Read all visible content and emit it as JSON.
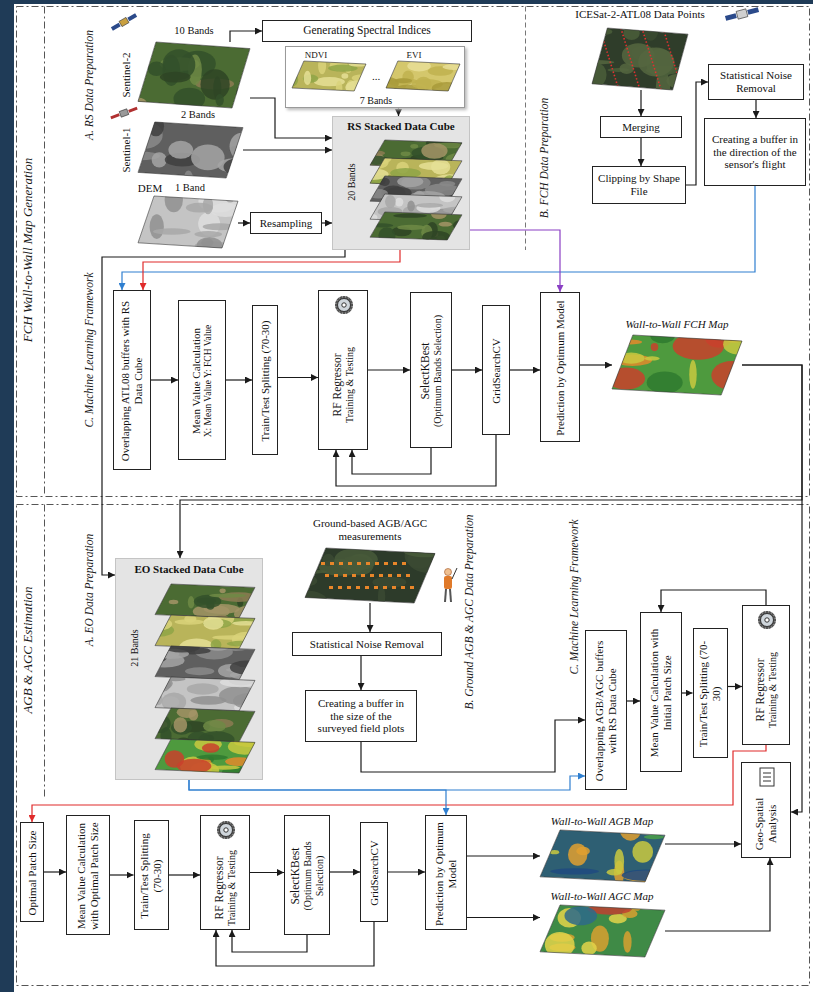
{
  "diagram": {
    "nodes": [
      {
        "text": [
          "Sentinel-2",
          "10 Bands"
        ]
      },
      {
        "text": [
          "Generating Spectral Indices"
        ]
      },
      {
        "text": [
          "NDVI",
          "...",
          "EVI",
          "7 Bands"
        ]
      },
      {
        "text": [
          "Sentinel-1",
          "2 Bands"
        ]
      },
      {
        "text": [
          "DEM",
          "1 Band"
        ]
      },
      {
        "text": [
          "Resampling"
        ]
      },
      {
        "text": [
          "RS Stacked Data Cube",
          "20 Bands"
        ]
      },
      {
        "text": [
          "ICESat-2-ATL08 Data Points"
        ]
      },
      {
        "text": [
          "Merging"
        ]
      },
      {
        "text": [
          "Clipping by Shape File"
        ]
      },
      {
        "text": [
          "Statistical Noise Removal"
        ]
      },
      {
        "text": [
          "Creating a buffer in the direction of the sensor's flight"
        ]
      },
      {
        "text": [
          "Overlapping ATL08 buffers with RS Data Cube"
        ]
      },
      {
        "text": [
          "Mean Value Calculation",
          "X: Mean Value Y: FCH Value"
        ]
      },
      {
        "text": [
          "Train/Test Splitting (70-30)"
        ]
      },
      {
        "text": [
          "RF Regressor",
          "Training & Testing"
        ]
      },
      {
        "text": [
          "SelectKBest",
          "(Optimum Bands Selection)"
        ]
      },
      {
        "text": [
          "GridSearchCV"
        ]
      },
      {
        "text": [
          "Prediction by Optimum Model"
        ]
      },
      {
        "text": [
          "Wall-to-Wall FCH Map"
        ]
      },
      {
        "text": [
          "EO Stacked Data Cube",
          "21 Bands"
        ]
      },
      {
        "text": [
          "Ground-based AGB/AGC measurements"
        ]
      },
      {
        "text": [
          "Statistical Noise Removal"
        ]
      },
      {
        "text": [
          "Creating a buffer in the size of the surveyed field plots"
        ]
      },
      {
        "text": [
          "Overlapping AGB/AGC buffers with RS Data Cube"
        ]
      },
      {
        "text": [
          "Mean Value Calculation with Initial Patch Size"
        ]
      },
      {
        "text": [
          "Train/Test Splitting (70-30)"
        ]
      },
      {
        "text": [
          "RF Regressor",
          "Training & Testing"
        ]
      },
      {
        "text": [
          "Optimal Patch Size"
        ]
      },
      {
        "text": [
          "Mean Value Calculation with Optimal Patch Size"
        ]
      },
      {
        "text": [
          "Train/Test Splitting (70-30)"
        ]
      },
      {
        "text": [
          "RF Regressor",
          "Training & Testing"
        ]
      },
      {
        "text": [
          "SelectKBest",
          "(Optimum Bands Selection)"
        ]
      },
      {
        "text": [
          "GridSearchCV"
        ]
      },
      {
        "text": [
          "Prediction by Optimum Model"
        ]
      },
      {
        "text": [
          "Wall-to-Wall AGB Map"
        ]
      },
      {
        "text": [
          "Wall-to-Wall AGC Map"
        ]
      },
      {
        "text": [
          "Geo-Spatial Analysis"
        ]
      }
    ],
    "edges": [
      {
        "from": 0,
        "to": 1,
        "arrow": "to"
      },
      {
        "from": 2,
        "to": 6,
        "arrow": "to"
      },
      {
        "from": 0,
        "to": 6,
        "arrow": "to"
      },
      {
        "from": 3,
        "to": 6,
        "arrow": "to"
      },
      {
        "from": 4,
        "to": 5,
        "arrow": "to"
      },
      {
        "from": 5,
        "to": 6,
        "arrow": "to"
      },
      {
        "from": 7,
        "to": 8,
        "arrow": "to"
      },
      {
        "from": 8,
        "to": 9,
        "arrow": "to"
      },
      {
        "from": 9,
        "to": 10,
        "arrow": "to"
      },
      {
        "from": 10,
        "to": 11,
        "arrow": "to"
      },
      {
        "from": 11,
        "to": 12,
        "arrow": "to"
      },
      {
        "from": 6,
        "to": 12,
        "arrow": "to"
      },
      {
        "from": 6,
        "to": 18,
        "arrow": "to"
      },
      {
        "from": 6,
        "to": 20,
        "arrow": "to"
      },
      {
        "from": 12,
        "to": 13,
        "arrow": "to"
      },
      {
        "from": 13,
        "to": 14,
        "arrow": "to"
      },
      {
        "from": 14,
        "to": 15,
        "arrow": "to"
      },
      {
        "from": 15,
        "to": 16,
        "arrow": "to"
      },
      {
        "from": 16,
        "to": 17,
        "arrow": "to"
      },
      {
        "from": 17,
        "to": 18,
        "arrow": "to"
      },
      {
        "from": 18,
        "to": 19,
        "arrow": "to"
      },
      {
        "from": 16,
        "to": 15,
        "arrow": "to"
      },
      {
        "from": 17,
        "to": 15,
        "arrow": "to"
      },
      {
        "from": 19,
        "to": 20,
        "arrow": "to"
      },
      {
        "from": 19,
        "to": 37,
        "arrow": "to"
      },
      {
        "from": 21,
        "to": 22,
        "arrow": "to"
      },
      {
        "from": 22,
        "to": 23,
        "arrow": "to"
      },
      {
        "from": 23,
        "to": 24,
        "arrow": "to"
      },
      {
        "from": 24,
        "to": 25,
        "arrow": "to"
      },
      {
        "from": 25,
        "to": 26,
        "arrow": "to"
      },
      {
        "from": 26,
        "to": 27,
        "arrow": "to"
      },
      {
        "from": 27,
        "to": 25,
        "arrow": "to"
      },
      {
        "from": 27,
        "to": 28,
        "arrow": "to"
      },
      {
        "from": 28,
        "to": 29,
        "arrow": "to"
      },
      {
        "from": 29,
        "to": 30,
        "arrow": "to"
      },
      {
        "from": 30,
        "to": 31,
        "arrow": "to"
      },
      {
        "from": 31,
        "to": 32,
        "arrow": "to"
      },
      {
        "from": 32,
        "to": 33,
        "arrow": "to"
      },
      {
        "from": 33,
        "to": 34,
        "arrow": "to"
      },
      {
        "from": 32,
        "to": 31,
        "arrow": "to"
      },
      {
        "from": 33,
        "to": 31,
        "arrow": "to"
      },
      {
        "from": 20,
        "to": 24,
        "arrow": "to"
      },
      {
        "from": 20,
        "to": 34,
        "arrow": "to"
      },
      {
        "from": 34,
        "to": 35,
        "arrow": "to"
      },
      {
        "from": 34,
        "to": 36,
        "arrow": "to"
      },
      {
        "from": 35,
        "to": 37,
        "arrow": "to"
      },
      {
        "from": 36,
        "to": 37,
        "arrow": "to"
      }
    ],
    "labels": [
      "FCH Wall-to-Wall Map Generation",
      "AGB & AGC Estimation",
      "A. RS Data Preparation",
      "B. FCH Data Preparation",
      "C. Machine Learning Framework",
      "A. EO Data Preparation",
      "B. Ground AGB & AGC Data Preparation",
      "C. Machine Learning Framework"
    ]
  }
}
